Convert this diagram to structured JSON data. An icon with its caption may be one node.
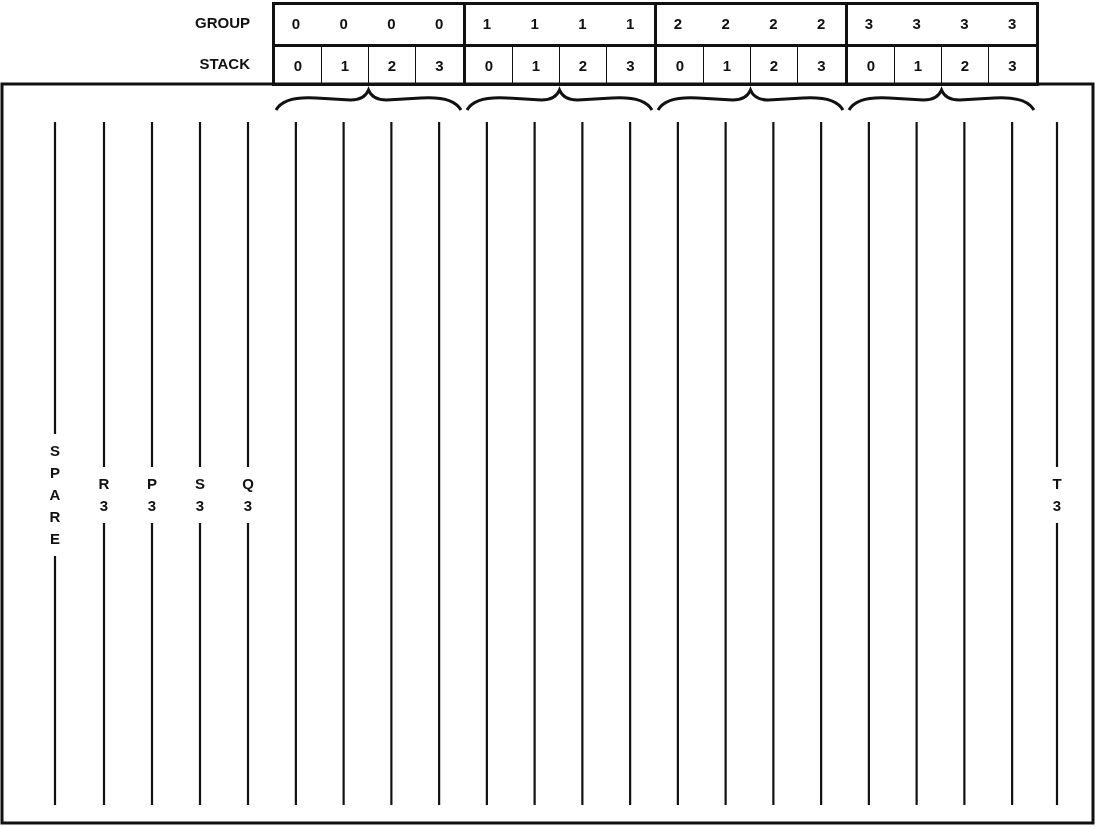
{
  "diagram": {
    "labels": [
      "GROUP",
      "0",
      "0",
      "0",
      "0",
      "1",
      "1",
      "1",
      "1",
      "2",
      "2",
      "2",
      "2",
      "3",
      "3",
      "3",
      "3",
      "STACK",
      "0",
      "1",
      "2",
      "3",
      "0",
      "1",
      "2",
      "3",
      "0",
      "1",
      "2",
      "3",
      "0",
      "1",
      "2",
      "3",
      "SPARE",
      "R3",
      "P3",
      "S3",
      "Q3",
      "T3"
    ]
  }
}
